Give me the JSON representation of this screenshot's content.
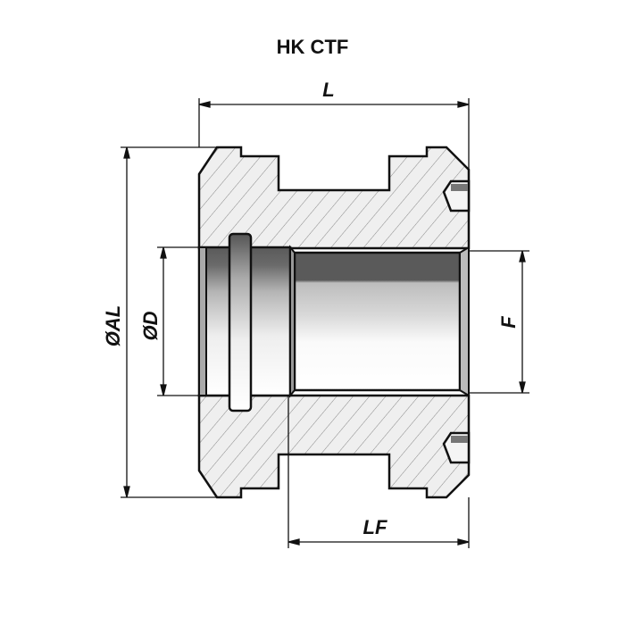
{
  "title": "HK CTF",
  "dimensions": {
    "length": "L",
    "outer_diameter": "ØAL",
    "bore_diameter": "ØD",
    "thread": "F",
    "thread_length": "LF"
  },
  "colors": {
    "line": "#111111",
    "section_fill": "#efefef",
    "hatch": "#777777",
    "bore_dark": "#5a5a5a"
  }
}
